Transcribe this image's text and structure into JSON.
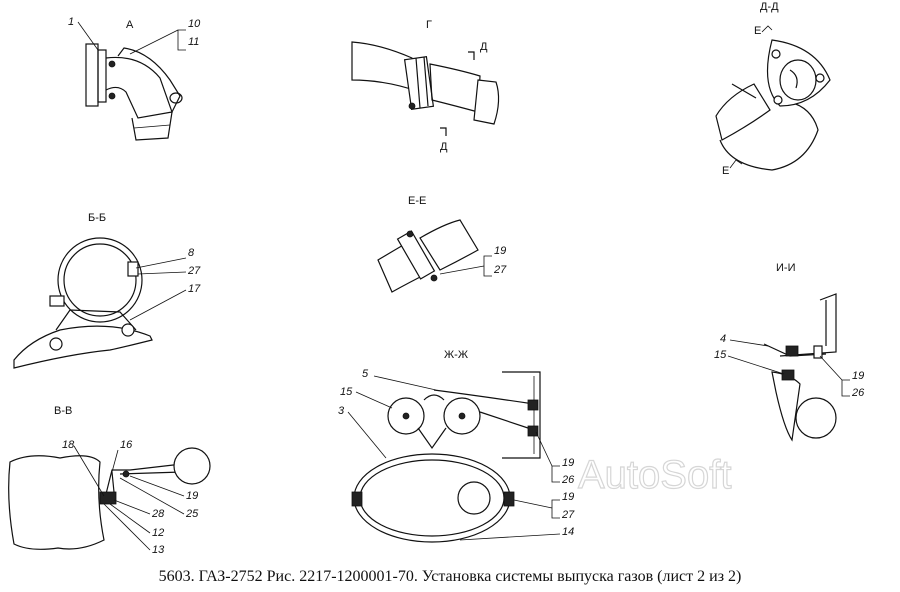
{
  "watermark": "AutoSoft",
  "caption": "5603. ГАЗ-2752 Рис. 2217-1200001-70. Установка системы выпуска газов (лист 2 из 2)",
  "views": {
    "A": {
      "title": "А",
      "callouts": [
        "1",
        "10",
        "11"
      ]
    },
    "G": {
      "title": "Г",
      "marks": [
        "Д",
        "Д"
      ]
    },
    "DD": {
      "title": "Д-Д",
      "marks": [
        "Е",
        "Е"
      ]
    },
    "BB": {
      "title": "Б-Б",
      "callouts": [
        "8",
        "27",
        "17"
      ]
    },
    "EE": {
      "title": "Е-Е",
      "callouts": [
        "19",
        "27"
      ]
    },
    "II": {
      "title": "И-И",
      "callouts": [
        "4",
        "15",
        "19",
        "26"
      ]
    },
    "VV": {
      "title": "В-В",
      "callouts": [
        "18",
        "16",
        "19",
        "28",
        "25",
        "12",
        "13"
      ]
    },
    "ZhZh": {
      "title": "Ж-Ж",
      "callouts": [
        "5",
        "15",
        "3",
        "19",
        "26",
        "19",
        "27",
        "14"
      ]
    }
  }
}
